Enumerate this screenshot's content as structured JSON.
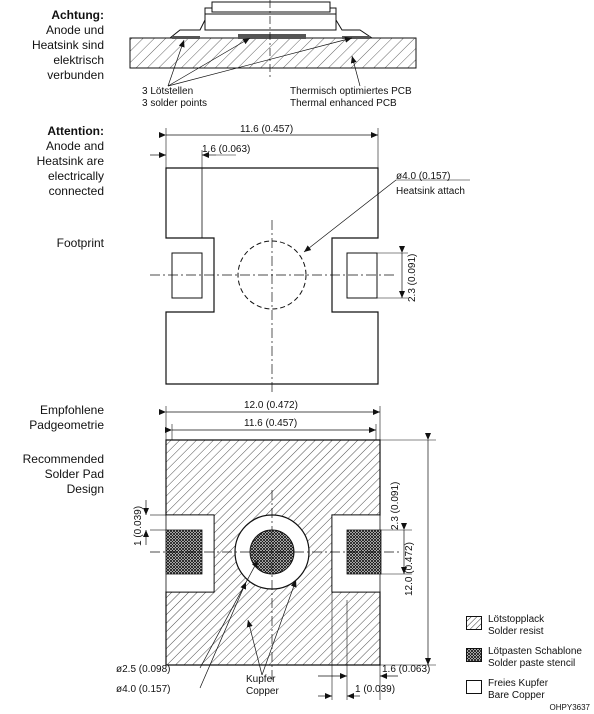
{
  "labels": {
    "achtung_title": "Achtung:",
    "achtung_l1": "Anode und",
    "achtung_l2": "Heatsink sind",
    "achtung_l3": "elektrisch",
    "achtung_l4": "verbunden",
    "attention_title": "Attention:",
    "attention_l1": "Anode and",
    "attention_l2": "Heatsink are",
    "attention_l3": "electrically",
    "attention_l4": "connected",
    "footprint": "Footprint",
    "empf_l1": "Empfohlene",
    "empf_l2": "Padgeometrie",
    "rec_l1": "Recommended",
    "rec_l2": "Solder Pad",
    "rec_l3": "Design"
  },
  "section_notes": {
    "points_de": "3 Lötstellen",
    "points_en": "3 solder points",
    "pcb_de": "Thermisch optimiertes PCB",
    "pcb_en": "Thermal enhanced PCB"
  },
  "footprint_dims": {
    "width": "11.6 (0.457)",
    "pad": "1.6 (0.063)",
    "hole": "ø4.0 (0.157)",
    "hole_note": "Heatsink attach",
    "pad_height": "2.3 (0.091)"
  },
  "pad_dims": {
    "outer_width": "12.0 (0.472)",
    "inner_width": "11.6 (0.457)",
    "outer_height": "12.0 (0.472)",
    "slot": "2.3 (0.091)",
    "gap": "1 (0.039)",
    "d1": "ø2.5 (0.098)",
    "d2": "ø4.0 (0.157)",
    "copper_de": "Kupfer",
    "copper_en": "Copper",
    "edge": "1.6 (0.063)",
    "edge2": "1 (0.039)"
  },
  "legend": [
    {
      "de": "Lötstopplack",
      "en": "Solder resist"
    },
    {
      "de": "Lötpasten Schablone",
      "en": "Solder paste stencil"
    },
    {
      "de": "Freies Kupfer",
      "en": "Bare Copper"
    }
  ],
  "drawing_code": "OHPY3637"
}
